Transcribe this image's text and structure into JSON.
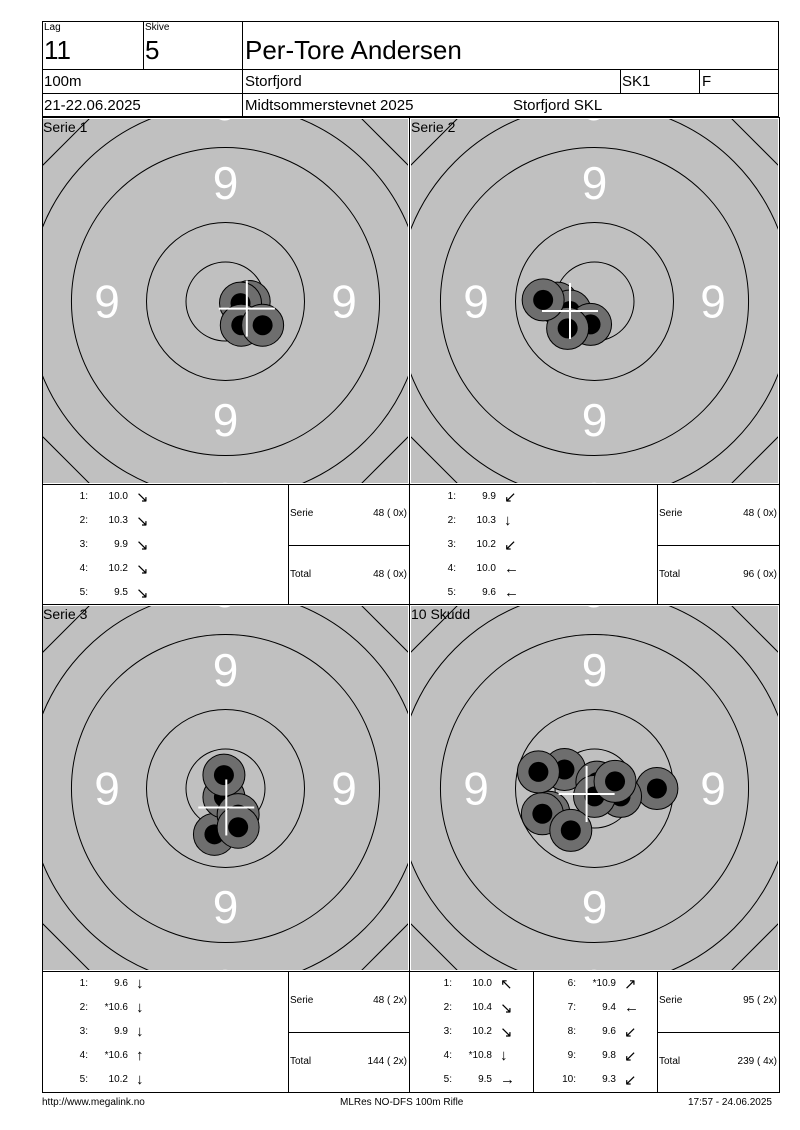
{
  "header": {
    "lag_label": "Lag",
    "lag_value": "11",
    "skive_label": "Skive",
    "skive_value": "5",
    "name": "Per-Tore Andersen",
    "distance": "100m",
    "club": "Storfjord",
    "class": "SK1",
    "flag": "F",
    "date": "21-22.06.2025",
    "event": "Midtsommerstevnet 2025",
    "organizer": "Storfjord SKL"
  },
  "target_ring_label": "9",
  "panels": [
    {
      "title": "Serie 1",
      "center_mark": [
        0.27,
        0.09
      ],
      "shots_pos": [
        [
          0.27,
          0.06
        ],
        [
          0.3,
          0.0
        ],
        [
          0.19,
          0.02
        ],
        [
          0.2,
          0.3
        ],
        [
          0.47,
          0.3
        ]
      ],
      "shots": [
        {
          "n": "1:",
          "score": "10.0",
          "dir": "↘"
        },
        {
          "n": "2:",
          "score": "10.3",
          "dir": "↘"
        },
        {
          "n": "3:",
          "score": "9.9",
          "dir": "↘"
        },
        {
          "n": "4:",
          "score": "10.2",
          "dir": "↘"
        },
        {
          "n": "5:",
          "score": "9.5",
          "dir": "↘"
        }
      ],
      "serie_label": "Serie",
      "serie_value": "48 ( 0x)",
      "total_label": "Total",
      "total_value": "48 ( 0x)"
    },
    {
      "title": "Serie 2",
      "center_mark": [
        -0.31,
        0.12
      ],
      "shots_pos": [
        [
          -0.47,
          0.02
        ],
        [
          -0.31,
          0.12
        ],
        [
          -0.05,
          0.29
        ],
        [
          -0.34,
          0.34
        ],
        [
          -0.65,
          -0.02
        ]
      ],
      "shots": [
        {
          "n": "1:",
          "score": "9.9",
          "dir": "↙"
        },
        {
          "n": "2:",
          "score": "10.3",
          "dir": "↓"
        },
        {
          "n": "3:",
          "score": "10.2",
          "dir": "↙"
        },
        {
          "n": "4:",
          "score": "10.0",
          "dir": "←"
        },
        {
          "n": "5:",
          "score": "9.6",
          "dir": "←"
        }
      ],
      "serie_label": "Serie",
      "serie_value": "48 ( 0x)",
      "total_label": "Total",
      "total_value": "96 ( 0x)"
    },
    {
      "title": "Serie 3",
      "center_mark": [
        0.01,
        0.24
      ],
      "shots_pos": [
        [
          -0.14,
          0.58
        ],
        [
          -0.02,
          0.11
        ],
        [
          -0.02,
          -0.17
        ],
        [
          0.16,
          0.33
        ],
        [
          0.16,
          0.49
        ]
      ],
      "shots": [
        {
          "n": "1:",
          "score": "9.6",
          "dir": "↓"
        },
        {
          "n": "2:",
          "score": "*10.6",
          "dir": "↓"
        },
        {
          "n": "3:",
          "score": "9.9",
          "dir": "↓"
        },
        {
          "n": "4:",
          "score": "*10.6",
          "dir": "↑"
        },
        {
          "n": "5:",
          "score": "10.2",
          "dir": "↓"
        }
      ],
      "serie_label": "Serie",
      "serie_value": "48 ( 2x)",
      "total_label": "Total",
      "total_value": "144 ( 2x)"
    },
    {
      "title": "10 Skudd",
      "center_mark": [
        -0.1,
        0.07
      ],
      "shots_pos": [
        [
          -0.38,
          -0.24
        ],
        [
          0.79,
          0.0
        ],
        [
          0.33,
          0.1
        ],
        [
          0.03,
          -0.08
        ],
        [
          -0.58,
          0.3
        ],
        [
          0.0,
          0.1
        ],
        [
          -0.66,
          0.32
        ],
        [
          -0.3,
          0.53
        ],
        [
          0.26,
          -0.09
        ],
        [
          -0.71,
          -0.21
        ]
      ],
      "shots": [
        {
          "n": "1:",
          "score": "10.0",
          "dir": "↖"
        },
        {
          "n": "2:",
          "score": "10.4",
          "dir": "↘"
        },
        {
          "n": "3:",
          "score": "10.2",
          "dir": "↘"
        },
        {
          "n": "4:",
          "score": "*10.8",
          "dir": "↓"
        },
        {
          "n": "5:",
          "score": "9.5",
          "dir": "→"
        }
      ],
      "shots2": [
        {
          "n": "6:",
          "score": "*10.9",
          "dir": "↗"
        },
        {
          "n": "7:",
          "score": "9.4",
          "dir": "←"
        },
        {
          "n": "8:",
          "score": "9.6",
          "dir": "↙"
        },
        {
          "n": "9:",
          "score": "9.8",
          "dir": "↙"
        },
        {
          "n": "10:",
          "score": "9.3",
          "dir": "↙"
        }
      ],
      "serie_label": "Serie",
      "serie_value": "95 ( 2x)",
      "total_label": "Total",
      "total_value": "239 ( 4x)"
    }
  ],
  "footer": {
    "url": "http://www.megalink.no",
    "program": "MLRes NO-DFS 100m Rifle",
    "timestamp": "17:57 - 24.06.2025"
  },
  "colors": {
    "target_bg": "#c0c0c0",
    "shot_ring": "#6e6e6e",
    "shot_core": "#000000",
    "ring_line": "#000000",
    "number": "#ffffff"
  }
}
